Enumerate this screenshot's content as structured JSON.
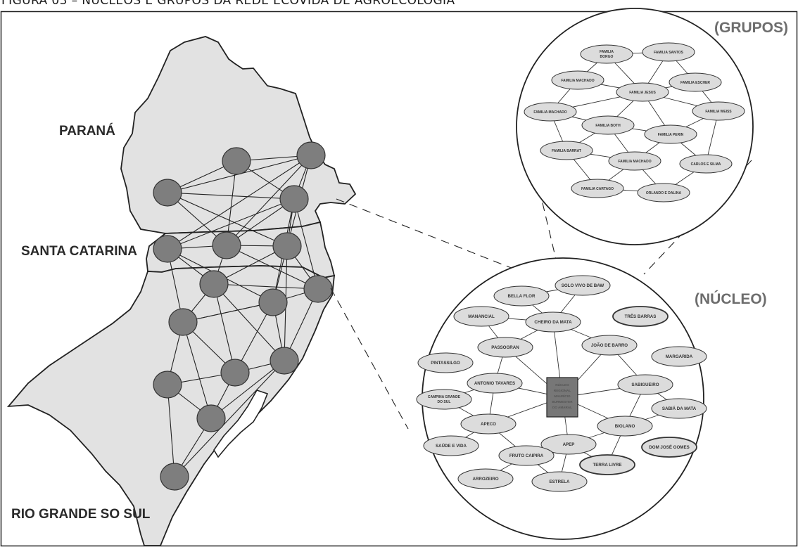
{
  "figure": {
    "caption": "FIGURA 03 – NÚCLEOS E GRUPOS DA REDE ECOVIDA DE AGROECOLOGIA",
    "map_labels": {
      "parana": "PARANÁ",
      "santa_catarina": "SANTA CATARINA",
      "rio_grande_do_sul": "RIO GRANDE SO SUL"
    },
    "zoom_labels": {
      "grupos": "(GRUPOS)",
      "nucleo": "(NÚCLEO)"
    }
  },
  "colors": {
    "map_fill": "#e2e2e2",
    "node_fill": "#7e7e7e",
    "ellipse_fill": "#dcdcdc",
    "center_box": "#777777",
    "line": "#222222"
  },
  "grupos": [
    {
      "id": "g1",
      "label": "FAMILIA BORGO",
      "multi": [
        "FAMILIA",
        "BORGO"
      ]
    },
    {
      "id": "g2",
      "label": "FAMILIA SANTOS"
    },
    {
      "id": "g3",
      "label": "FAMILIA MACHADO"
    },
    {
      "id": "g4",
      "label": "FAMILIA ESCHER"
    },
    {
      "id": "g5",
      "label": "FAMILIA JESUS"
    },
    {
      "id": "g6",
      "label": "FAMILIA MACHADO"
    },
    {
      "id": "g7",
      "label": "FAMILIA WEISS"
    },
    {
      "id": "g8",
      "label": "FAMILIA BOTH"
    },
    {
      "id": "g9",
      "label": "FAMILIA PERIN"
    },
    {
      "id": "g10",
      "label": "FAMILIA BARRAT"
    },
    {
      "id": "g11",
      "label": "FAMILIA MACHADO"
    },
    {
      "id": "g12",
      "label": "CARLOS E SILMA"
    },
    {
      "id": "g13",
      "label": "FAMILIA CARTAGO"
    },
    {
      "id": "g14",
      "label": "ORLANDO E DALINA"
    }
  ],
  "nucleo": {
    "center": [
      "NÚCLEO",
      "REGIONAL",
      "MAURÍCIO",
      "BURMESTER",
      "DO AMARAL"
    ],
    "nodes": [
      {
        "id": "n1",
        "label": "BELLA FLOR"
      },
      {
        "id": "n2",
        "label": "SOLO VIVO DE BAW"
      },
      {
        "id": "n3",
        "label": "MANANCIAL"
      },
      {
        "id": "n4",
        "label": "CHEIRO DA MATA"
      },
      {
        "id": "n5",
        "label": "TRÊS BARRAS"
      },
      {
        "id": "n6",
        "label": "PASSOGRAN"
      },
      {
        "id": "n7",
        "label": "JOÃO DE BARRO"
      },
      {
        "id": "n8",
        "label": "PINTASSILGO"
      },
      {
        "id": "n9",
        "label": "MARGARIDA"
      },
      {
        "id": "n10",
        "label": "ANTONIO TAVARES"
      },
      {
        "id": "n11",
        "label": "CAMPINA GRANDE DO SUL",
        "multi": [
          "CAMPINA GRANDE",
          "DO SUL"
        ]
      },
      {
        "id": "n12",
        "label": "SABIGUEIRO"
      },
      {
        "id": "n13",
        "label": "SABIÁ DA MATA"
      },
      {
        "id": "n14",
        "label": "APECO"
      },
      {
        "id": "n15",
        "label": "BIOLANO"
      },
      {
        "id": "n16",
        "label": "SAÚDE E VIDA"
      },
      {
        "id": "n17",
        "label": "APEP"
      },
      {
        "id": "n18",
        "label": "DOM JOSÉ GOMES"
      },
      {
        "id": "n19",
        "label": "FRUTO CAIPIRA"
      },
      {
        "id": "n20",
        "label": "TERRA LIVRE"
      },
      {
        "id": "n21",
        "label": "ARROZEIRO"
      },
      {
        "id": "n22",
        "label": "ESTRELA"
      }
    ]
  }
}
